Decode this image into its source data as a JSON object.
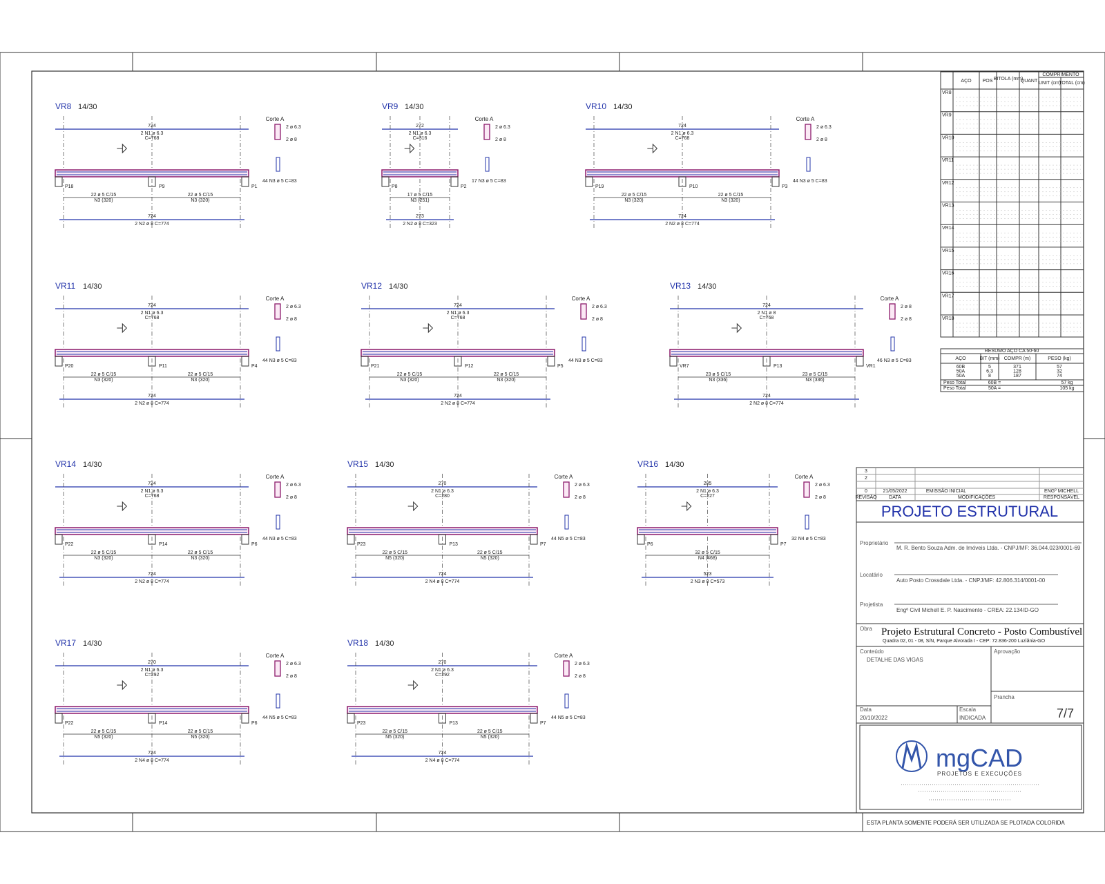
{
  "colors": {
    "rebar": "#2233aa",
    "concrete": "#8b1a6b",
    "ink": "#222222",
    "sheet_border": "#333333",
    "title": "#2233aa"
  },
  "beams": [
    {
      "id": "VR8",
      "title": "VR8",
      "section": "14/30",
      "top_len": "724",
      "top_bar": "2 N1 ø 6.3",
      "top_c": "C=768",
      "stirrups": "44 N3 ø 5 C=83",
      "support_left": "P18",
      "support_mid": "P9",
      "support_right": "P1",
      "stir_left": "22 ø 5 C/15",
      "stir_left_n": "N3 (320)",
      "stir_right": "22 ø 5 C/15",
      "stir_right_n": "N3 (320)",
      "bot_len": "724",
      "bot_bar": "2 N2 ø 8 C=774",
      "corte": "Corte A",
      "corte_top": "2 ø 6.3",
      "corte_bot": "2 ø 8"
    },
    {
      "id": "VR9",
      "title": "VR9",
      "section": "14/30",
      "top_len": "272",
      "top_bar": "2 N1 ø 6.3",
      "top_c": "C=316",
      "stirrups": "17 N3 ø 5 C=83",
      "support_left": "P8",
      "support_mid": "",
      "support_right": "P2",
      "stir_left": "17 ø 5 C/15",
      "stir_left_n": "N3 (251)",
      "stir_right": "",
      "stir_right_n": "",
      "bot_len": "273",
      "bot_bar": "2 N2 ø 8 C=323",
      "corte": "Corte A",
      "corte_top": "2 ø 6.3",
      "corte_bot": "2 ø 8"
    },
    {
      "id": "VR10",
      "title": "VR10",
      "section": "14/30",
      "top_len": "724",
      "top_bar": "2 N1 ø 6.3",
      "top_c": "C=768",
      "stirrups": "44 N3 ø 5 C=83",
      "support_left": "P19",
      "support_mid": "P10",
      "support_right": "P3",
      "stir_left": "22 ø 5 C/15",
      "stir_left_n": "N3 (320)",
      "stir_right": "22 ø 5 C/15",
      "stir_right_n": "N3 (320)",
      "bot_len": "724",
      "bot_bar": "2 N2 ø 8 C=774",
      "corte": "Corte A",
      "corte_top": "2 ø 6.3",
      "corte_bot": "2 ø 8"
    },
    {
      "id": "VR11",
      "title": "VR11",
      "section": "14/30",
      "top_len": "724",
      "top_bar": "2 N1 ø 6.3",
      "top_c": "C=768",
      "stirrups": "44 N3 ø 5 C=83",
      "support_left": "P20",
      "support_mid": "P11",
      "support_right": "P4",
      "stir_left": "22 ø 5 C/15",
      "stir_left_n": "N3 (320)",
      "stir_right": "22 ø 5 C/15",
      "stir_right_n": "N3 (320)",
      "bot_len": "724",
      "bot_bar": "2 N2 ø 8 C=774",
      "corte": "Corte A",
      "corte_top": "2 ø 6.3",
      "corte_bot": "2 ø 8"
    },
    {
      "id": "VR12",
      "title": "VR12",
      "section": "14/30",
      "top_len": "724",
      "top_bar": "2 N1 ø 6.3",
      "top_c": "C=768",
      "stirrups": "44 N3 ø 5 C=83",
      "support_left": "P21",
      "support_mid": "P12",
      "support_right": "P5",
      "stir_left": "22 ø 5 C/15",
      "stir_left_n": "N3 (320)",
      "stir_right": "22 ø 5 C/15",
      "stir_right_n": "N3 (320)",
      "bot_len": "724",
      "bot_bar": "2 N2 ø 8 C=774",
      "corte": "Corte A",
      "corte_top": "2 ø 6.3",
      "corte_bot": "2 ø 8"
    },
    {
      "id": "VR13",
      "title": "VR13",
      "section": "14/30",
      "top_len": "724",
      "top_bar": "2 N1 ø 8",
      "top_c": "C=768",
      "stirrups": "46 N3 ø 5 C=83",
      "support_left": "VR7",
      "support_mid": "P13",
      "support_right": "VR1",
      "stir_left": "23 ø 5 C/15",
      "stir_left_n": "N3 (336)",
      "stir_right": "23 ø 5 C/15",
      "stir_right_n": "N3 (336)",
      "bot_len": "724",
      "bot_bar": "2 N2 ø 8 C=774",
      "corte": "Corte A",
      "corte_top": "2 ø 8",
      "corte_bot": "2 ø 8"
    },
    {
      "id": "VR14",
      "title": "VR14",
      "section": "14/30",
      "top_len": "724",
      "top_bar": "2 N1 ø 6.3",
      "top_c": "C=768",
      "stirrups": "44 N3 ø 5 C=83",
      "support_left": "P22",
      "support_mid": "P14",
      "support_right": "P6",
      "stir_left": "22 ø 5 C/15",
      "stir_left_n": "N3 (320)",
      "stir_right": "22 ø 5 C/15",
      "stir_right_n": "N3 (320)",
      "bot_len": "724",
      "bot_bar": "2 N2 ø 8 C=774",
      "corte": "Corte A",
      "corte_top": "2 ø 6.3",
      "corte_bot": "2 ø 8"
    },
    {
      "id": "VR15",
      "title": "VR15",
      "section": "14/30",
      "top_len": "270",
      "top_bar": "2 N1 ø 6.3",
      "top_c": "C=280",
      "stirrups": "44 N5 ø 5 C=83",
      "support_left": "P23",
      "support_mid": "P13",
      "support_right": "P7",
      "stir_left": "22 ø 5 C/15",
      "stir_left_n": "N5 (320)",
      "stir_right": "22 ø 5 C/15",
      "stir_right_n": "N5 (320)",
      "bot_len": "724",
      "bot_bar": "2 N4 ø 8 C=774",
      "corte": "Corte A",
      "corte_top": "2 ø 6.3",
      "corte_bot": "2 ø 8"
    },
    {
      "id": "VR16",
      "title": "VR16",
      "section": "14/30",
      "top_len": "205",
      "top_bar": "2 N1 ø 6.3",
      "top_c": "C=227",
      "stirrups": "32 N4 ø 5 C=83",
      "support_left": "P6",
      "support_mid": "",
      "support_right": "P7",
      "stir_left": "32 ø 5 C/15",
      "stir_left_n": "N4 (468)",
      "stir_right": "",
      "stir_right_n": "",
      "bot_len": "523",
      "bot_bar": "2 N3 ø 8 C=573",
      "corte": "Corte A",
      "corte_top": "2 ø 6.3",
      "corte_bot": "2 ø 8"
    },
    {
      "id": "VR17",
      "title": "VR17",
      "section": "14/30",
      "top_len": "270",
      "top_bar": "2 N1 ø 6.3",
      "top_c": "C=292",
      "stirrups": "44 N5 ø 5 C=83",
      "support_left": "P22",
      "support_mid": "P14",
      "support_right": "P6",
      "stir_left": "22 ø 5 C/15",
      "stir_left_n": "N5 (320)",
      "stir_right": "22 ø 5 C/15",
      "stir_right_n": "N5 (320)",
      "bot_len": "724",
      "bot_bar": "2 N4 ø 8 C=774",
      "corte": "Corte A",
      "corte_top": "2 ø 6.3",
      "corte_bot": "2 ø 8"
    },
    {
      "id": "VR18",
      "title": "VR18",
      "section": "14/30",
      "top_len": "270",
      "top_bar": "2 N1 ø 6.3",
      "top_c": "C=292",
      "stirrups": "44 N5 ø 5 C=83",
      "support_left": "P23",
      "support_mid": "P13",
      "support_right": "P7",
      "stir_left": "22 ø 5 C/15",
      "stir_left_n": "N5 (320)",
      "stir_right": "22 ø 5 C/15",
      "stir_right_n": "N5 (320)",
      "bot_len": "724",
      "bot_bar": "2 N4 ø 8 C=774",
      "corte": "Corte A",
      "corte_top": "2 ø 6.3",
      "corte_bot": "2 ø 8"
    }
  ],
  "steel_table": {
    "headers": [
      "AÇO",
      "POS",
      "BITOLA (mm)",
      "QUANT",
      "UNIT (cm)",
      "TOTAL (cm)"
    ],
    "group_header": "COMPRIMENTO",
    "groups": [
      "VR8",
      "VR9",
      "VR10",
      "VR11",
      "VR12",
      "VR13",
      "VR14",
      "VR15",
      "VR16",
      "VR17",
      "VR18"
    ]
  },
  "summary": {
    "title": "RESUMO AÇO CA 50-60",
    "headers": [
      "AÇO",
      "BIT (mm)",
      "COMPR (m)",
      "PESO (kg)"
    ],
    "rows": [
      [
        "60B",
        "5",
        "371",
        "57"
      ],
      [
        "50A",
        "6.3",
        "128",
        "32"
      ],
      [
        "50A",
        "8",
        "187",
        "74"
      ]
    ],
    "totals": [
      [
        "Peso Total",
        "60B =",
        "57 kg"
      ],
      [
        "Peso Total",
        "50A =",
        "105 kg"
      ]
    ]
  },
  "title_block": {
    "rev_headers": [
      "REVISÃO",
      "DATA",
      "MODIFICAÇÕES",
      "RESPONSÁVEL"
    ],
    "rev_row": [
      "0",
      "21/05/2022",
      "EMISSÃO INICIAL",
      "ENGº MICHELL"
    ],
    "project_title": "PROJETO ESTRUTURAL",
    "owner_label": "Proprietário",
    "owner_value": "M. R. Bento Souza Adm. de Imóveis Ltda. - CNPJ/MF: 36.044.023/0001-69",
    "lessee_label": "Locatário",
    "lessee_value": "Auto Posto Crossdale Ltda. - CNPJ/MF: 42.806.314/0001-00",
    "designer_label": "Projetista",
    "designer_value": "Engº Civil Michell E. P. Nascimento - CREA: 22.134/D-GO",
    "obra_label": "Obra",
    "obra_value": "Projeto Estrutural Concreto - Posto Combustível",
    "address": "Quadra 02, 01 - 08, S/N, Parque Alvorada I - CEP: 72.836-200 Luziânia-GO",
    "content_label": "Conteúdo",
    "content_value": "DETALHE DAS VIGAS",
    "approval_label": "Aprovação",
    "date_label": "Data",
    "date_value": "20/10/2022",
    "scale_label": "Escala",
    "scale_value": "INDICADA",
    "sheet_label": "Prancha",
    "sheet_value": "7/7",
    "logo_main": "mgCAD",
    "logo_sub": "PROJETOS E EXECUÇÕES",
    "footer_note": "ESTA PLANTA SOMENTE PODERÁ SER UTILIZADA SE PLOTADA COLORIDA"
  }
}
